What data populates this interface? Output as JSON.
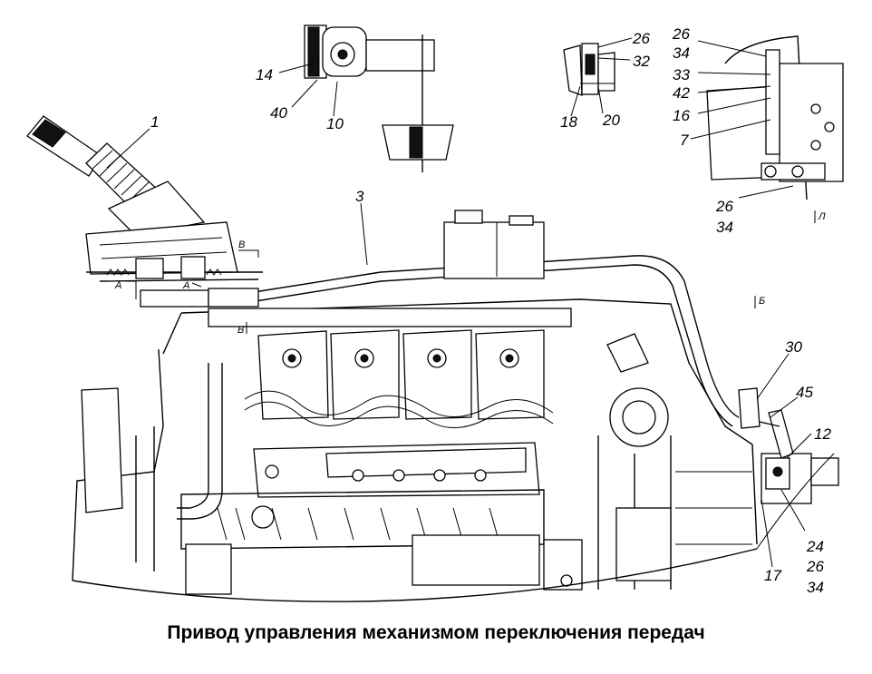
{
  "caption": "Привод управления механизмом переключения передач",
  "callouts": {
    "c1": "1",
    "c3": "3",
    "c14": "14",
    "c40": "40",
    "c10": "10",
    "c26a": "26",
    "c32": "32",
    "c18": "18",
    "c20": "20",
    "c26b": "26",
    "c34b": "34",
    "c33": "33",
    "c42": "42",
    "c16": "16",
    "c7": "7",
    "c26c": "26",
    "c34c": "34",
    "c30": "30",
    "c45": "45",
    "c12": "12",
    "c24": "24",
    "c26d": "26",
    "c34d": "34",
    "c17": "17"
  },
  "section_marks": {
    "a_left": "A",
    "a_right": "A",
    "v_top": "B",
    "v_bottom": "B",
    "b_mark": "Б",
    "l_mark": "Л"
  }
}
